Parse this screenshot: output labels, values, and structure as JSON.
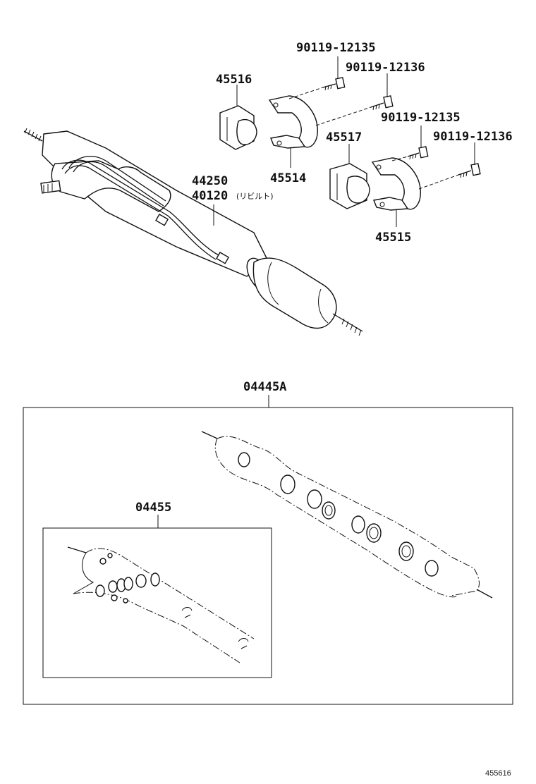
{
  "callouts": {
    "bolt_1": "90119-12135",
    "bolt_2": "90119-12136",
    "bolt_3": "90119-12135",
    "bolt_4": "90119-12136",
    "bushing_a": "45516",
    "bracket_a": "45514",
    "bushing_b": "45517",
    "bracket_b": "45515",
    "gear_assy": "44250",
    "rebuilt_no": "40120",
    "rebuilt_note": "(リビルト)",
    "kit_outer": "04445A",
    "kit_inner": "04455"
  },
  "figure_ref": "455616"
}
